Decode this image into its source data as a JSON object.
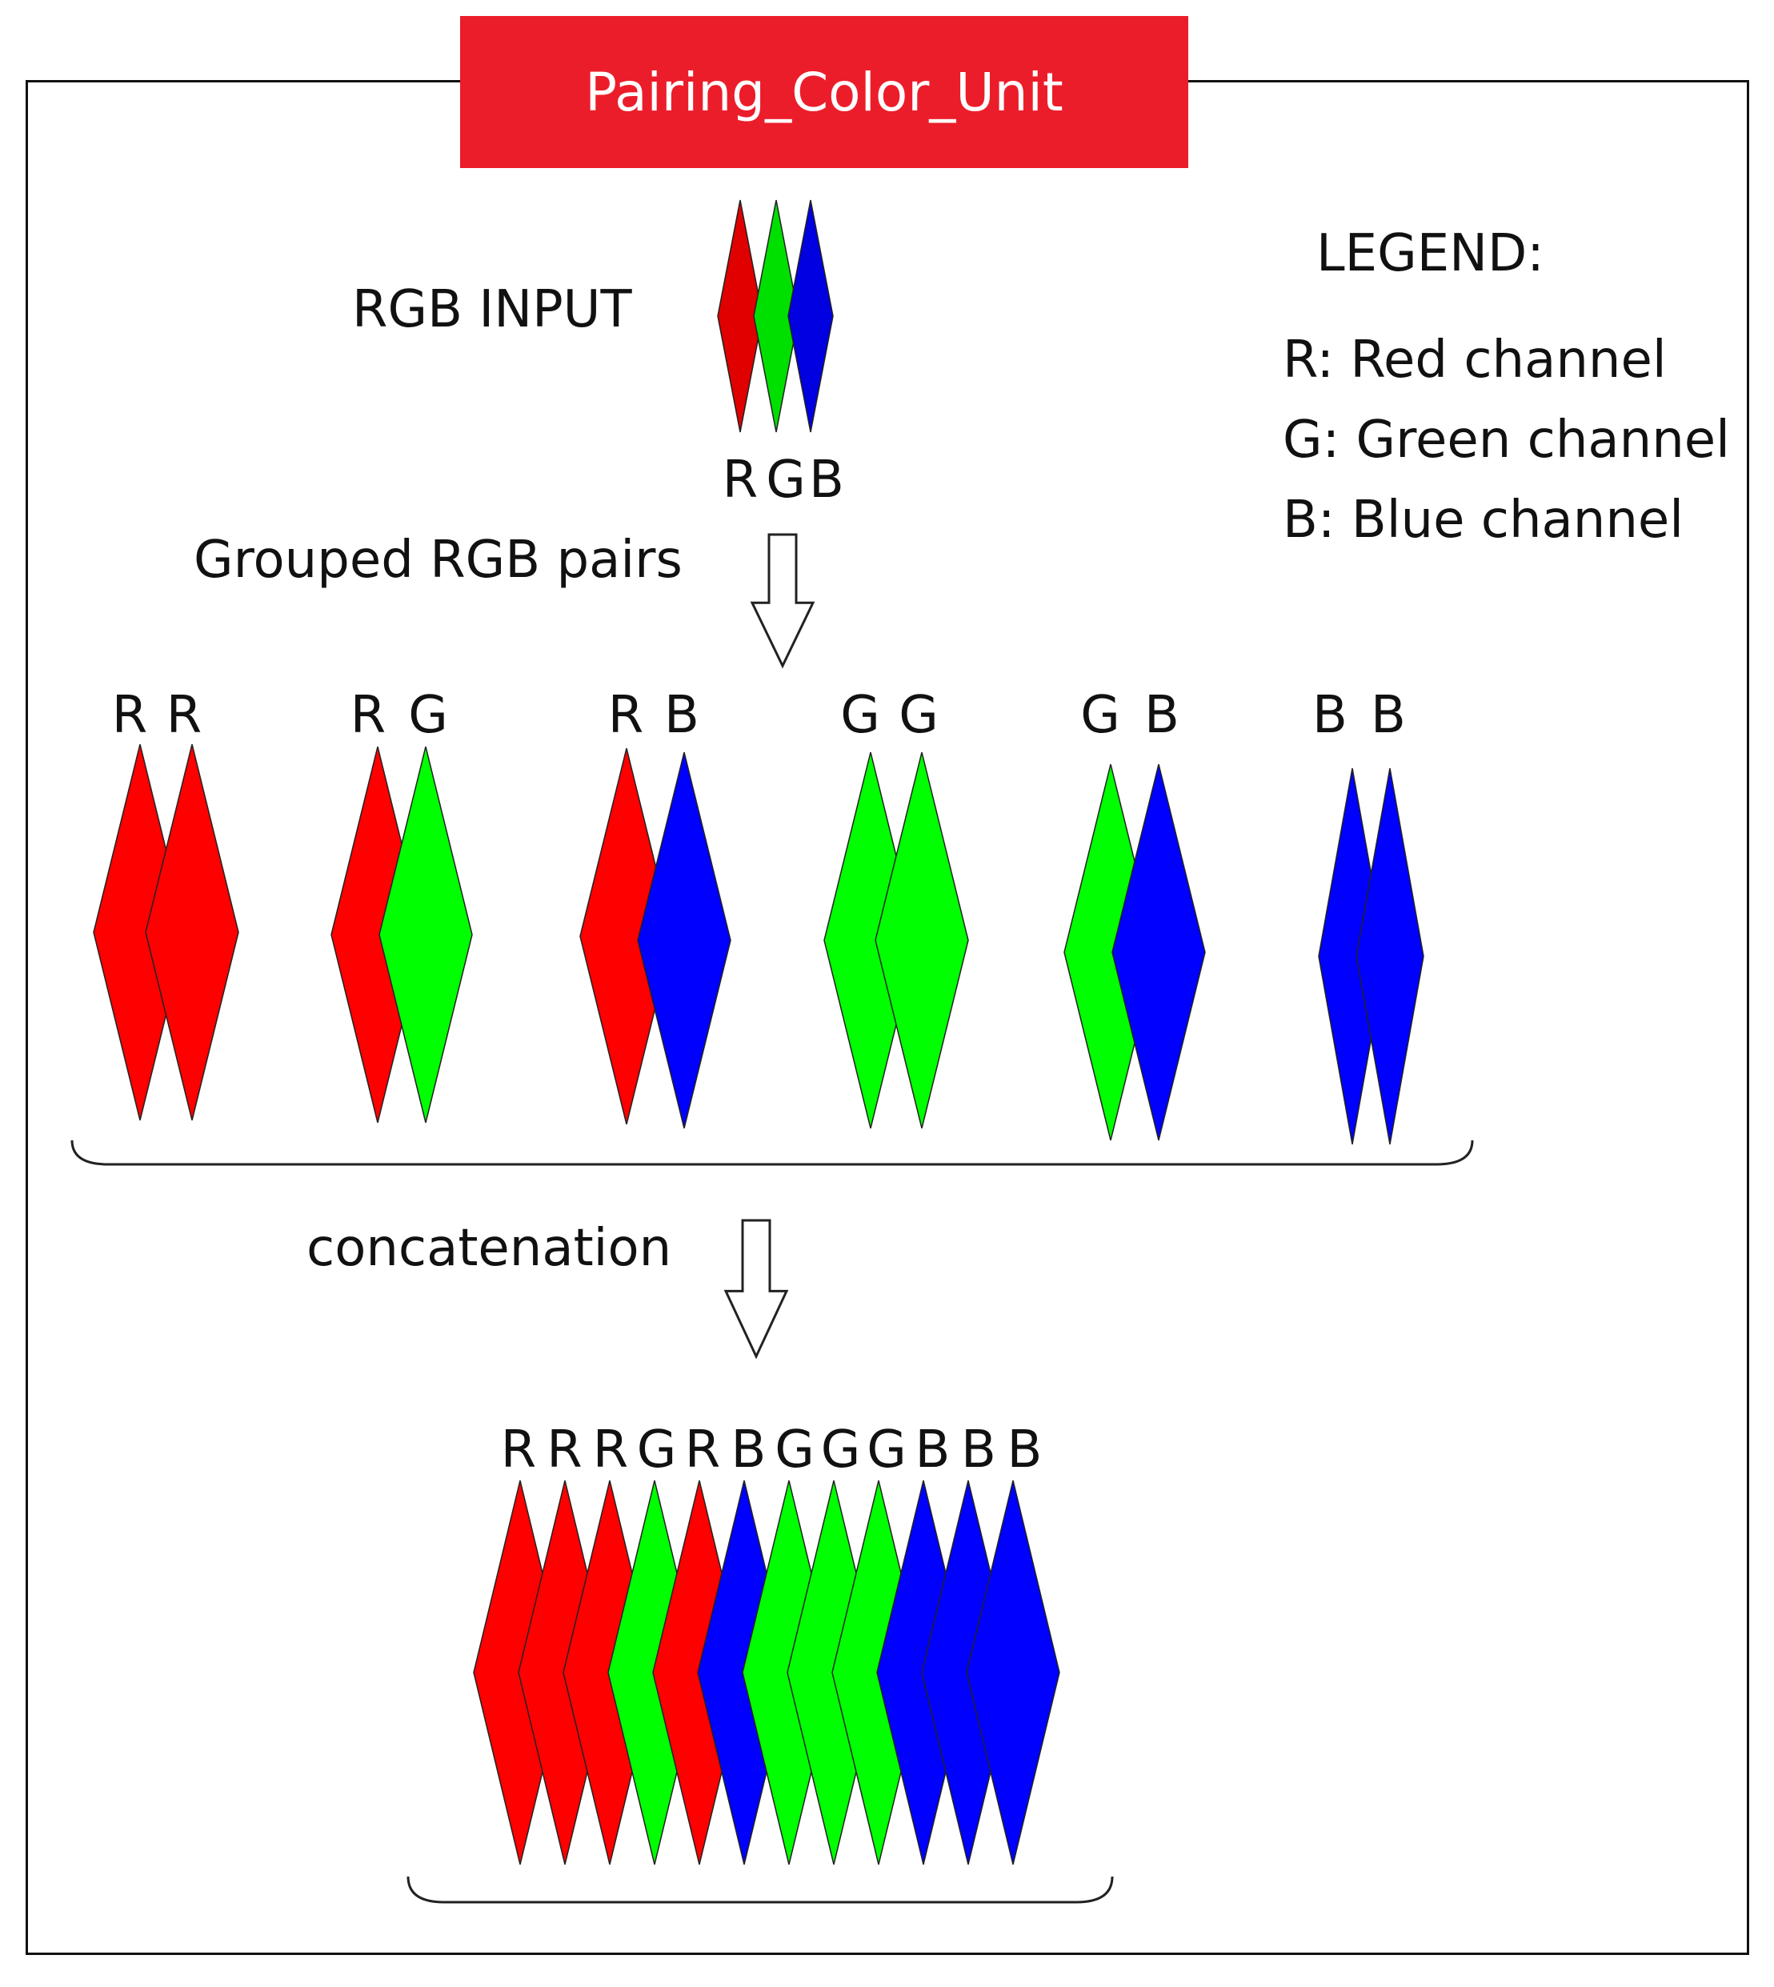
{
  "title": "Pairing_Color_Unit",
  "colors": {
    "title_bg": "#ec1d2a",
    "red": "#ff0000",
    "green": "#00ff00",
    "blue": "#0000ff",
    "input_red": "#e00000",
    "input_green": "#00e000",
    "input_blue": "#0000e0",
    "border": "#111111"
  },
  "input": {
    "label": "RGB INPUT",
    "letters": [
      "R",
      "G",
      "B"
    ]
  },
  "legend": {
    "heading": "LEGEND:",
    "items": [
      "R: Red channel",
      "G: Green channel",
      "B: Blue channel"
    ]
  },
  "steps": {
    "grouping": "Grouped RGB pairs",
    "concat": "concatenation"
  },
  "pairs": [
    [
      "R",
      "R"
    ],
    [
      "R",
      "G"
    ],
    [
      "R",
      "B"
    ],
    [
      "G",
      "G"
    ],
    [
      "G",
      "B"
    ],
    [
      "B",
      "B"
    ]
  ],
  "concat_sequence": [
    "R",
    "R",
    "R",
    "G",
    "R",
    "B",
    "G",
    "G",
    "G",
    "B",
    "B",
    "B"
  ],
  "icons": {
    "down_arrow": "down-arrow-icon",
    "brace": "bottom-brace-icon"
  }
}
